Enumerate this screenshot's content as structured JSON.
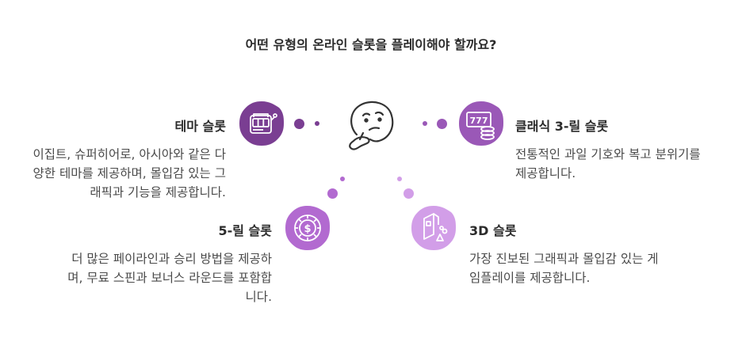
{
  "title": "어떤 유형의 온라인 슬롯을 플레이해야 할까요?",
  "items": [
    {
      "heading": "테마 슬롯",
      "description": "이집트, 슈퍼히어로, 아시아와 같은 다양한 테마를 제공하며, 몰입감 있는 그래픽과 기능을 제공합니다.",
      "icon": "slot-machine-icon",
      "color": "#7a3e92"
    },
    {
      "heading": "클래식 3-릴 슬롯",
      "description": "전통적인 과일 기호와 복고 분위기를 제공합니다.",
      "icon": "777-coins-icon",
      "color": "#9a58b7"
    },
    {
      "heading": "5-릴 슬롯",
      "description": "더 많은 페이라인과 승리 방법을 제공하며, 무료 스핀과 보너스 라운드를 포함합니다.",
      "icon": "dollar-reel-icon",
      "color": "#b26ad0"
    },
    {
      "heading": "3D 슬롯",
      "description": "가장 진보된 그래픽과 몰입감 있는 게임플레이를 제공합니다.",
      "icon": "3d-blocks-icon",
      "color": "#d29ee8"
    }
  ],
  "center_icon": "thinking-face-icon"
}
